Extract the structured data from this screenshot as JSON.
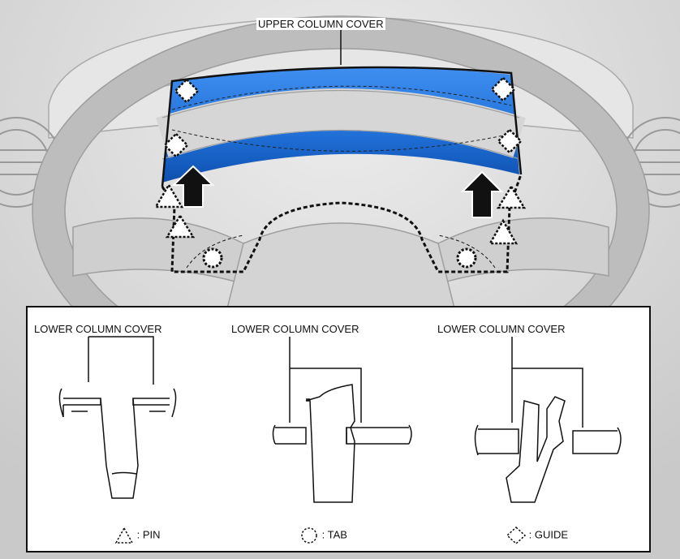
{
  "labels": {
    "upper_column_cover": "UPPER COLUMN COVER",
    "lower_column_cover_1": "LOWER COLUMN COVER",
    "lower_column_cover_2": "LOWER COLUMN COVER",
    "lower_column_cover_3": "LOWER COLUMN COVER"
  },
  "legend": {
    "pin": ": PIN",
    "tab": ": TAB",
    "guide": ": GUIDE"
  },
  "colors": {
    "cover_highlight": "#1f6fd6",
    "background": "#d9d9d9",
    "line": "#111111"
  }
}
